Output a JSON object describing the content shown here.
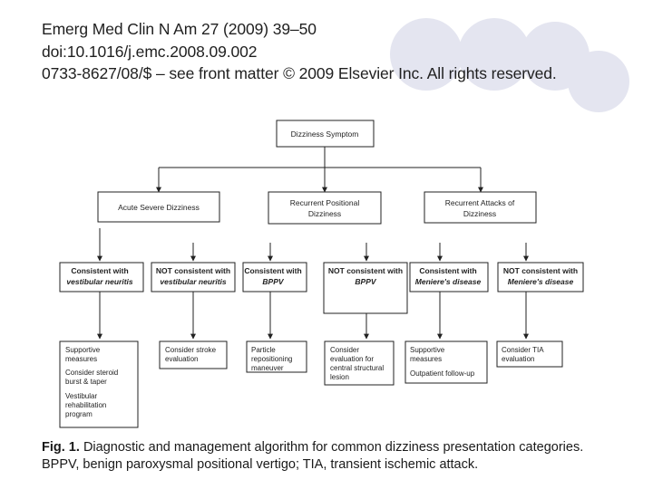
{
  "citation": {
    "line1": "Emerg Med Clin N Am 27 (2009) 39–50",
    "line2": "doi:10.1016/j.emc.2008.09.002",
    "line3": "0733-8627/08/$ – see front matter © 2009 Elsevier Inc. All rights reserved."
  },
  "diagram": {
    "root": "Dizziness Symptom",
    "categories": {
      "acute": "Acute Severe Dizziness",
      "positional": [
        "Recurrent Positional",
        "Dizziness"
      ],
      "attacks": [
        "Recurrent Attacks of",
        "Dizziness"
      ]
    },
    "tests": [
      {
        "line1": "Consistent with",
        "line2": "vestibular neuritis"
      },
      {
        "line1": "NOT consistent with",
        "line2": "vestibular neuritis"
      },
      {
        "line1": "Consistent with",
        "line2": "BPPV"
      },
      {
        "line1": "NOT consistent with",
        "line2": "BPPV"
      },
      {
        "line1": "Consistent with",
        "line2": "Meniere's disease"
      },
      {
        "line1": "NOT consistent with",
        "line2": "Meniere's disease"
      }
    ],
    "actions": {
      "vn_consistent": [
        "Supportive",
        "measures",
        "Consider steroid",
        "burst & taper",
        "Vestibular",
        "rehabilitation",
        "program"
      ],
      "vn_not": [
        "Consider stroke",
        "evaluation"
      ],
      "bppv_consistent": [
        "Particle",
        "repositioning",
        "maneuver"
      ],
      "bppv_not": [
        "Consider",
        "evaluation for",
        "central structural",
        "lesion"
      ],
      "men_consistent": [
        "Supportive",
        "measures",
        "Outpatient follow-up"
      ],
      "men_not": [
        "Consider TIA",
        "evaluation"
      ]
    }
  },
  "caption": {
    "label": "Fig. 1.",
    "text": "Diagnostic and management algorithm for common dizziness presentation categories. BPPV, benign paroxysmal positional vertigo; TIA, transient ischemic attack."
  }
}
